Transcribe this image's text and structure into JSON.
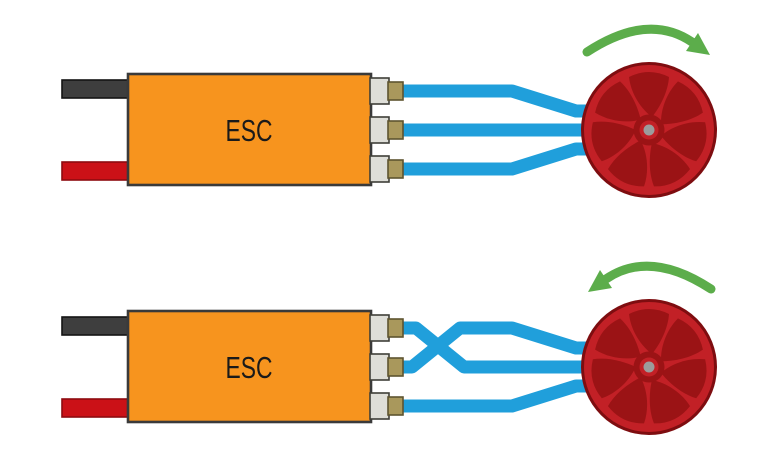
{
  "diagrams": {
    "top": {
      "esc_label": "ESC",
      "arrow_icon": "rotate-clockwise-arrow",
      "wiring": "straight"
    },
    "bottom": {
      "esc_label": "ESC",
      "arrow_icon": "rotate-counterclockwise-arrow",
      "wiring": "two-wires-crossed"
    }
  },
  "colors": {
    "background": "#FFFFFF",
    "esc_body": "#F7941E",
    "esc_outline": "#3A3A3A",
    "esc_label_text": "#1A1A1A",
    "battery_wire_black": "#3E3E3E",
    "battery_wire_red": "#CB1117",
    "phase_wire_blue": "#209FDB",
    "connector_housing": "#DEDED8",
    "connector_pin": "#A9985C",
    "motor_body_red": "#C22026",
    "motor_vane_dark": "#9B1315",
    "motor_outline": "#7E0D10",
    "motor_shaft_gray": "#9C9C9C",
    "arrow_green": "#5CAD4B"
  }
}
